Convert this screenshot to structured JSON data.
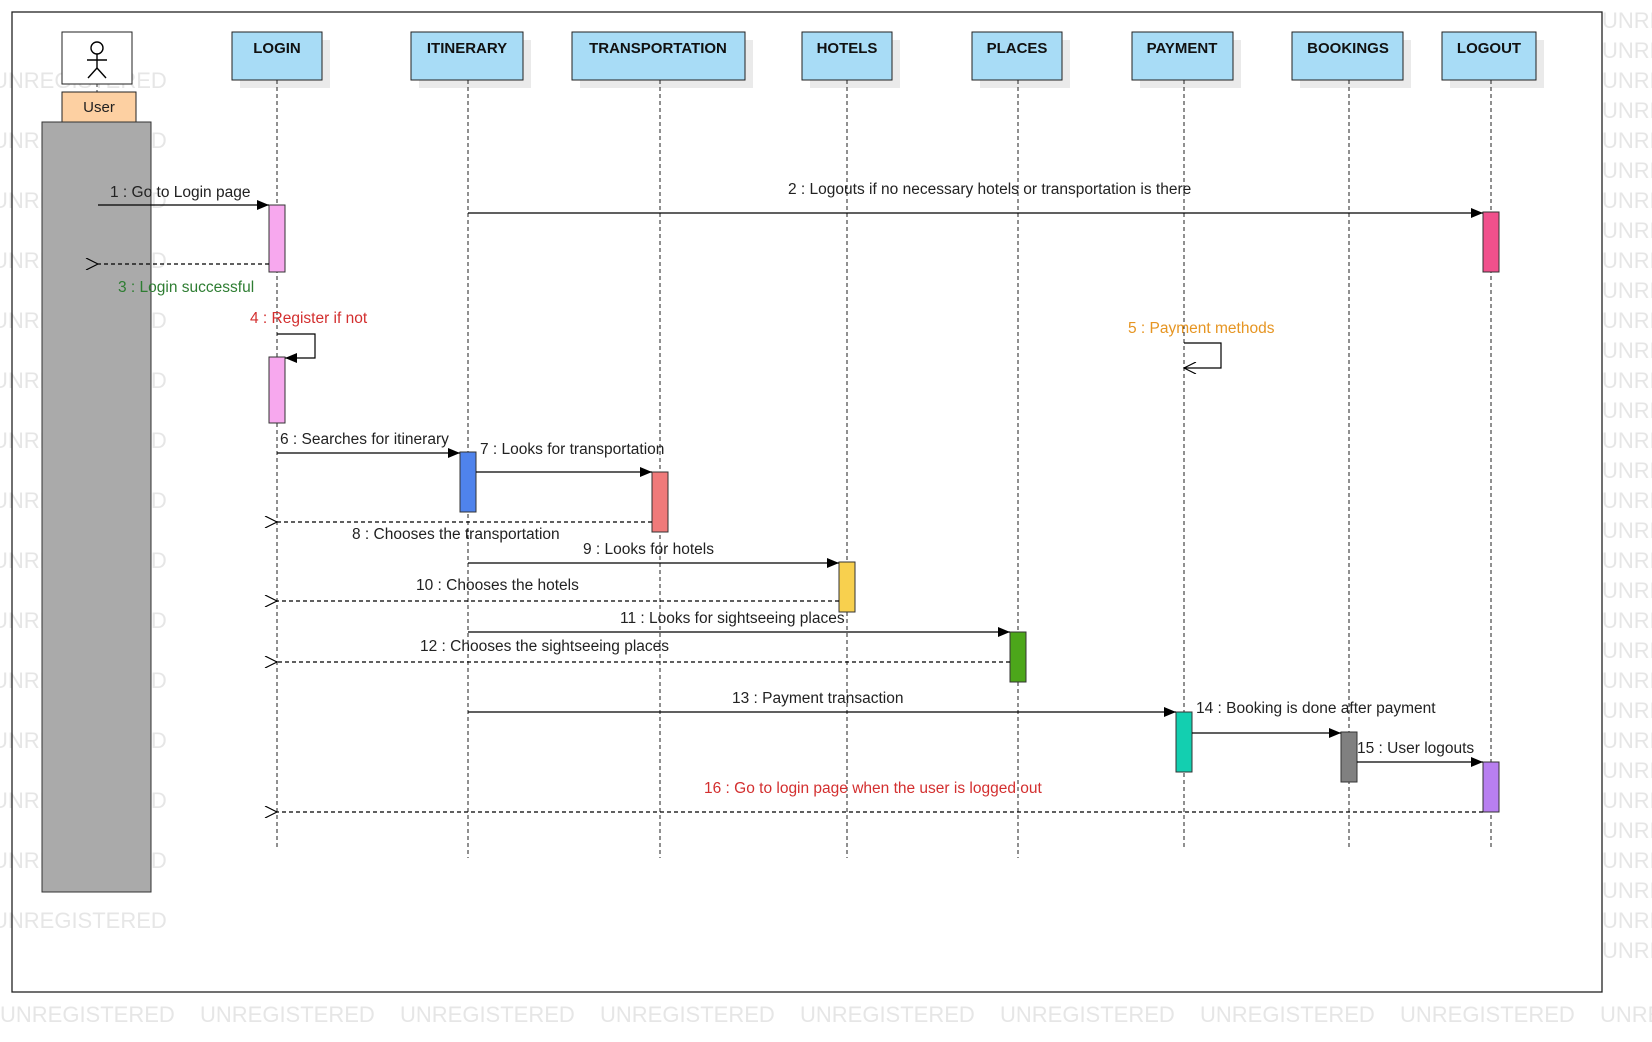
{
  "watermark": "UNREGISTERED",
  "actor": {
    "label": "User"
  },
  "lifelines": [
    {
      "id": "login",
      "label": "LOGIN"
    },
    {
      "id": "itinerary",
      "label": "ITINERARY"
    },
    {
      "id": "transportation",
      "label": "TRANSPORTATION"
    },
    {
      "id": "hotels",
      "label": "HOTELS"
    },
    {
      "id": "places",
      "label": "PLACES"
    },
    {
      "id": "payment",
      "label": "PAYMENT"
    },
    {
      "id": "bookings",
      "label": "BOOKINGS"
    },
    {
      "id": "logout",
      "label": "LOGOUT"
    }
  ],
  "messages": [
    {
      "text": "1 : Go to Login page",
      "color": "#222222"
    },
    {
      "text": "2 : Logouts if no necessary hotels or transportation is there",
      "color": "#222222"
    },
    {
      "text": "3 : Login successful",
      "color": "#2e7d32"
    },
    {
      "text": "4 : Register if not",
      "color": "#d32f2f"
    },
    {
      "text": "5 : Payment methods",
      "color": "#e69522"
    },
    {
      "text": "6 : Searches for itinerary",
      "color": "#222222"
    },
    {
      "text": "7 : Looks for transportation",
      "color": "#222222"
    },
    {
      "text": "8 : Chooses the transportation",
      "color": "#222222"
    },
    {
      "text": "9 : Looks for hotels",
      "color": "#222222"
    },
    {
      "text": "10 : Chooses the hotels",
      "color": "#222222"
    },
    {
      "text": "11 : Looks for sightseeing places",
      "color": "#222222"
    },
    {
      "text": "12 : Chooses the sightseeing places",
      "color": "#222222"
    },
    {
      "text": "13 : Payment transaction",
      "color": "#222222"
    },
    {
      "text": "14 : Booking is done after payment",
      "color": "#222222"
    },
    {
      "text": "15 : User logouts",
      "color": "#222222"
    },
    {
      "text": "16 : Go to login page when the user is logged out",
      "color": "#d32f2f"
    }
  ],
  "colors": {
    "lifeline_box": "#a8dcf6",
    "actor_label_box": "#fdd0a2",
    "actor_activation": "#aaaaaa",
    "activation_login": "#f7a8ee",
    "activation_itinerary": "#4f83ec",
    "activation_transportation": "#f07a7a",
    "activation_hotels": "#f8d04e",
    "activation_places": "#4ca61a",
    "activation_payment": "#13cfb0",
    "activation_bookings": "#808080",
    "activation_logout_top": "#f0508c",
    "activation_logout_bottom": "#b87ff0"
  }
}
